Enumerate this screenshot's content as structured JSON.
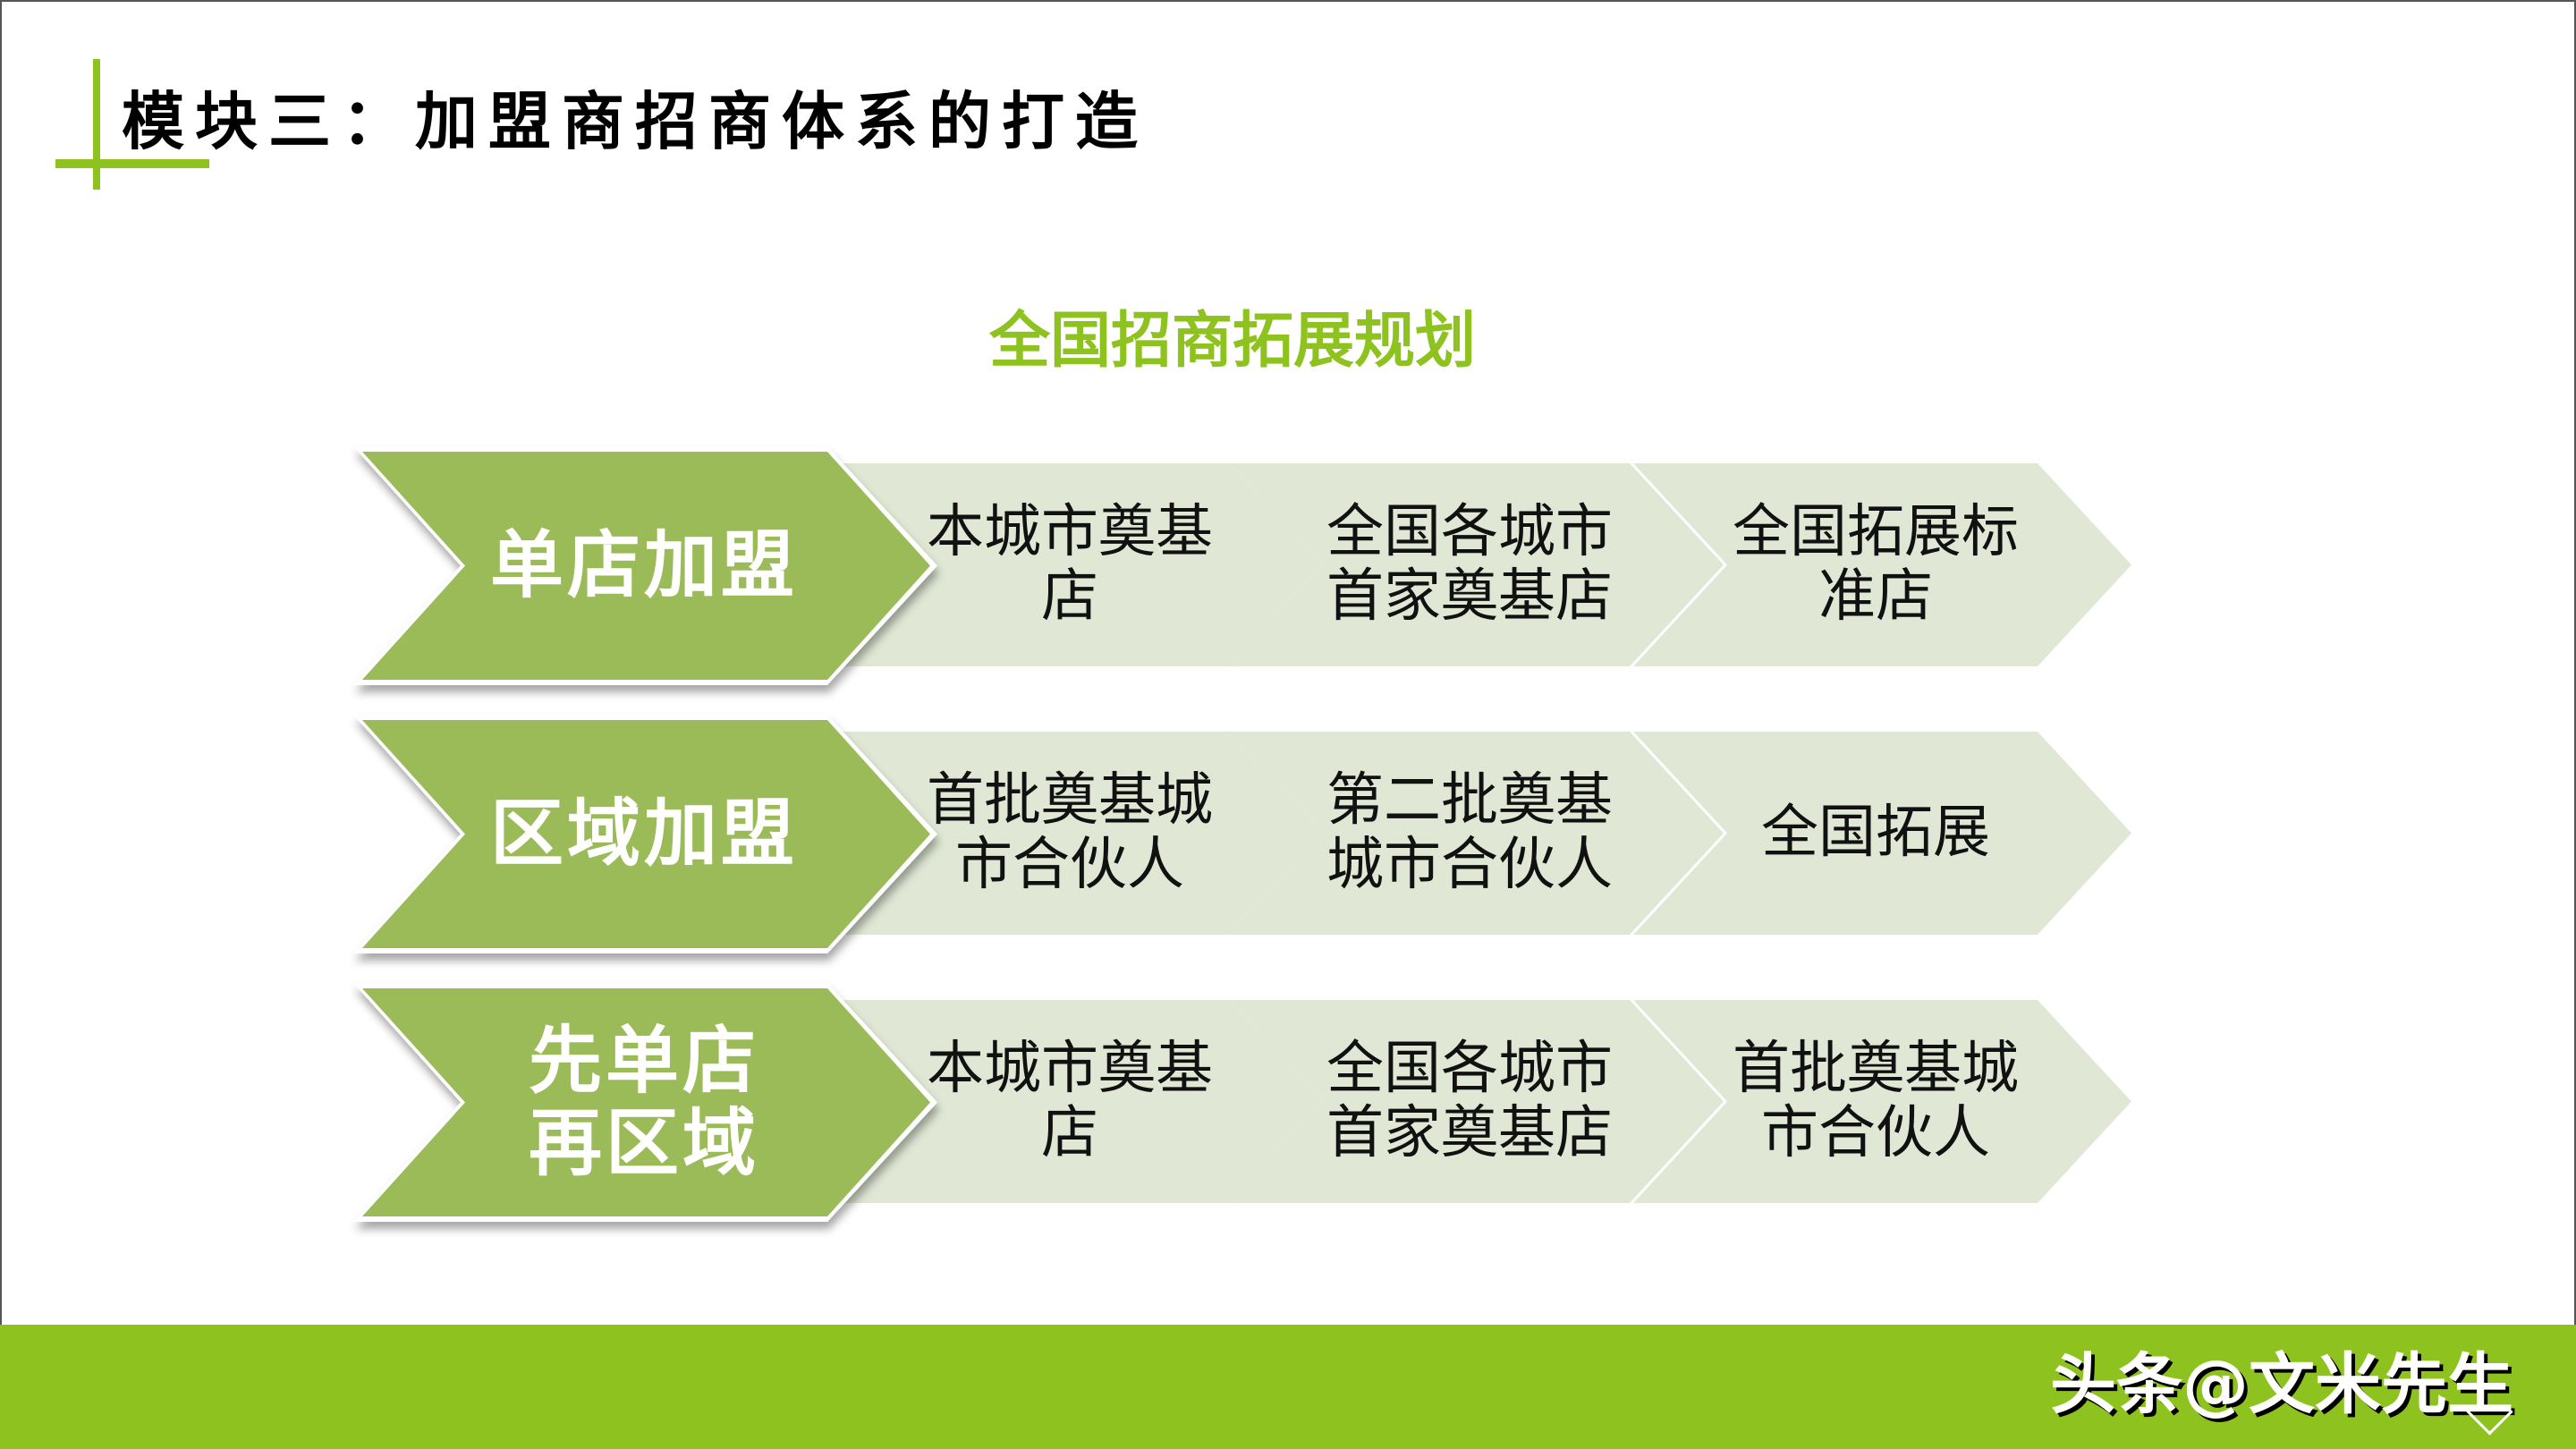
{
  "header": {
    "title": "模块三：加盟商招商体系的打造"
  },
  "subtitle": "全国招商拓展规划",
  "colors": {
    "accent": "#8dc21f",
    "lead_chevron": "#9bbb59",
    "step_chevron": "#e0e8d5"
  },
  "rows": [
    {
      "label": "单店加盟",
      "steps": [
        "本城市奠基\n店",
        "全国各城市\n首家奠基店",
        "全国拓展标\n准店"
      ]
    },
    {
      "label": "区域加盟",
      "steps": [
        "首批奠基城\n市合伙人",
        "第二批奠基\n城市合伙人",
        "全国拓展"
      ]
    },
    {
      "label": "先单店\n再区域",
      "steps": [
        "本城市奠基\n店",
        "全国各城市\n首家奠基店",
        "首批奠基城\n市合伙人"
      ]
    }
  ],
  "footer": {
    "watermark": "头条@文米先生",
    "icon": "chevron-down-icon"
  }
}
